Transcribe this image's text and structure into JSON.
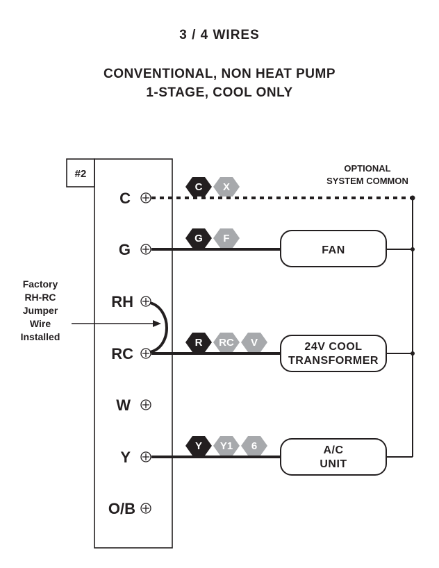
{
  "header": {
    "wires": "3 / 4  WIRES",
    "system_line1": "CONVENTIONAL, NON HEAT PUMP",
    "system_line2": "1-STAGE, COOL ONLY"
  },
  "diagram": {
    "number": "#2",
    "terminals": {
      "c": "C",
      "g": "G",
      "rh": "RH",
      "rc": "RC",
      "w": "W",
      "y": "Y",
      "ob": "O/B"
    },
    "hex_codes": {
      "c": [
        "C",
        "X"
      ],
      "g": [
        "G",
        "F"
      ],
      "r": [
        "R",
        "RC",
        "V"
      ],
      "y": [
        "Y",
        "Y1",
        "6"
      ]
    },
    "boxes": {
      "fan": "FAN",
      "transformer_line1": "24V COOL",
      "transformer_line2": "TRANSFORMER",
      "ac_line1": "A/C",
      "ac_line2": "UNIT"
    },
    "optional_line1": "OPTIONAL",
    "optional_line2": "SYSTEM COMMON",
    "jumper_note": [
      "Factory",
      "RH-RC",
      "Jumper",
      "Wire",
      "Installed"
    ]
  },
  "colors": {
    "dark_hex": "#231f20",
    "light_hex": "#a7a9ac",
    "line": "#231f20"
  }
}
